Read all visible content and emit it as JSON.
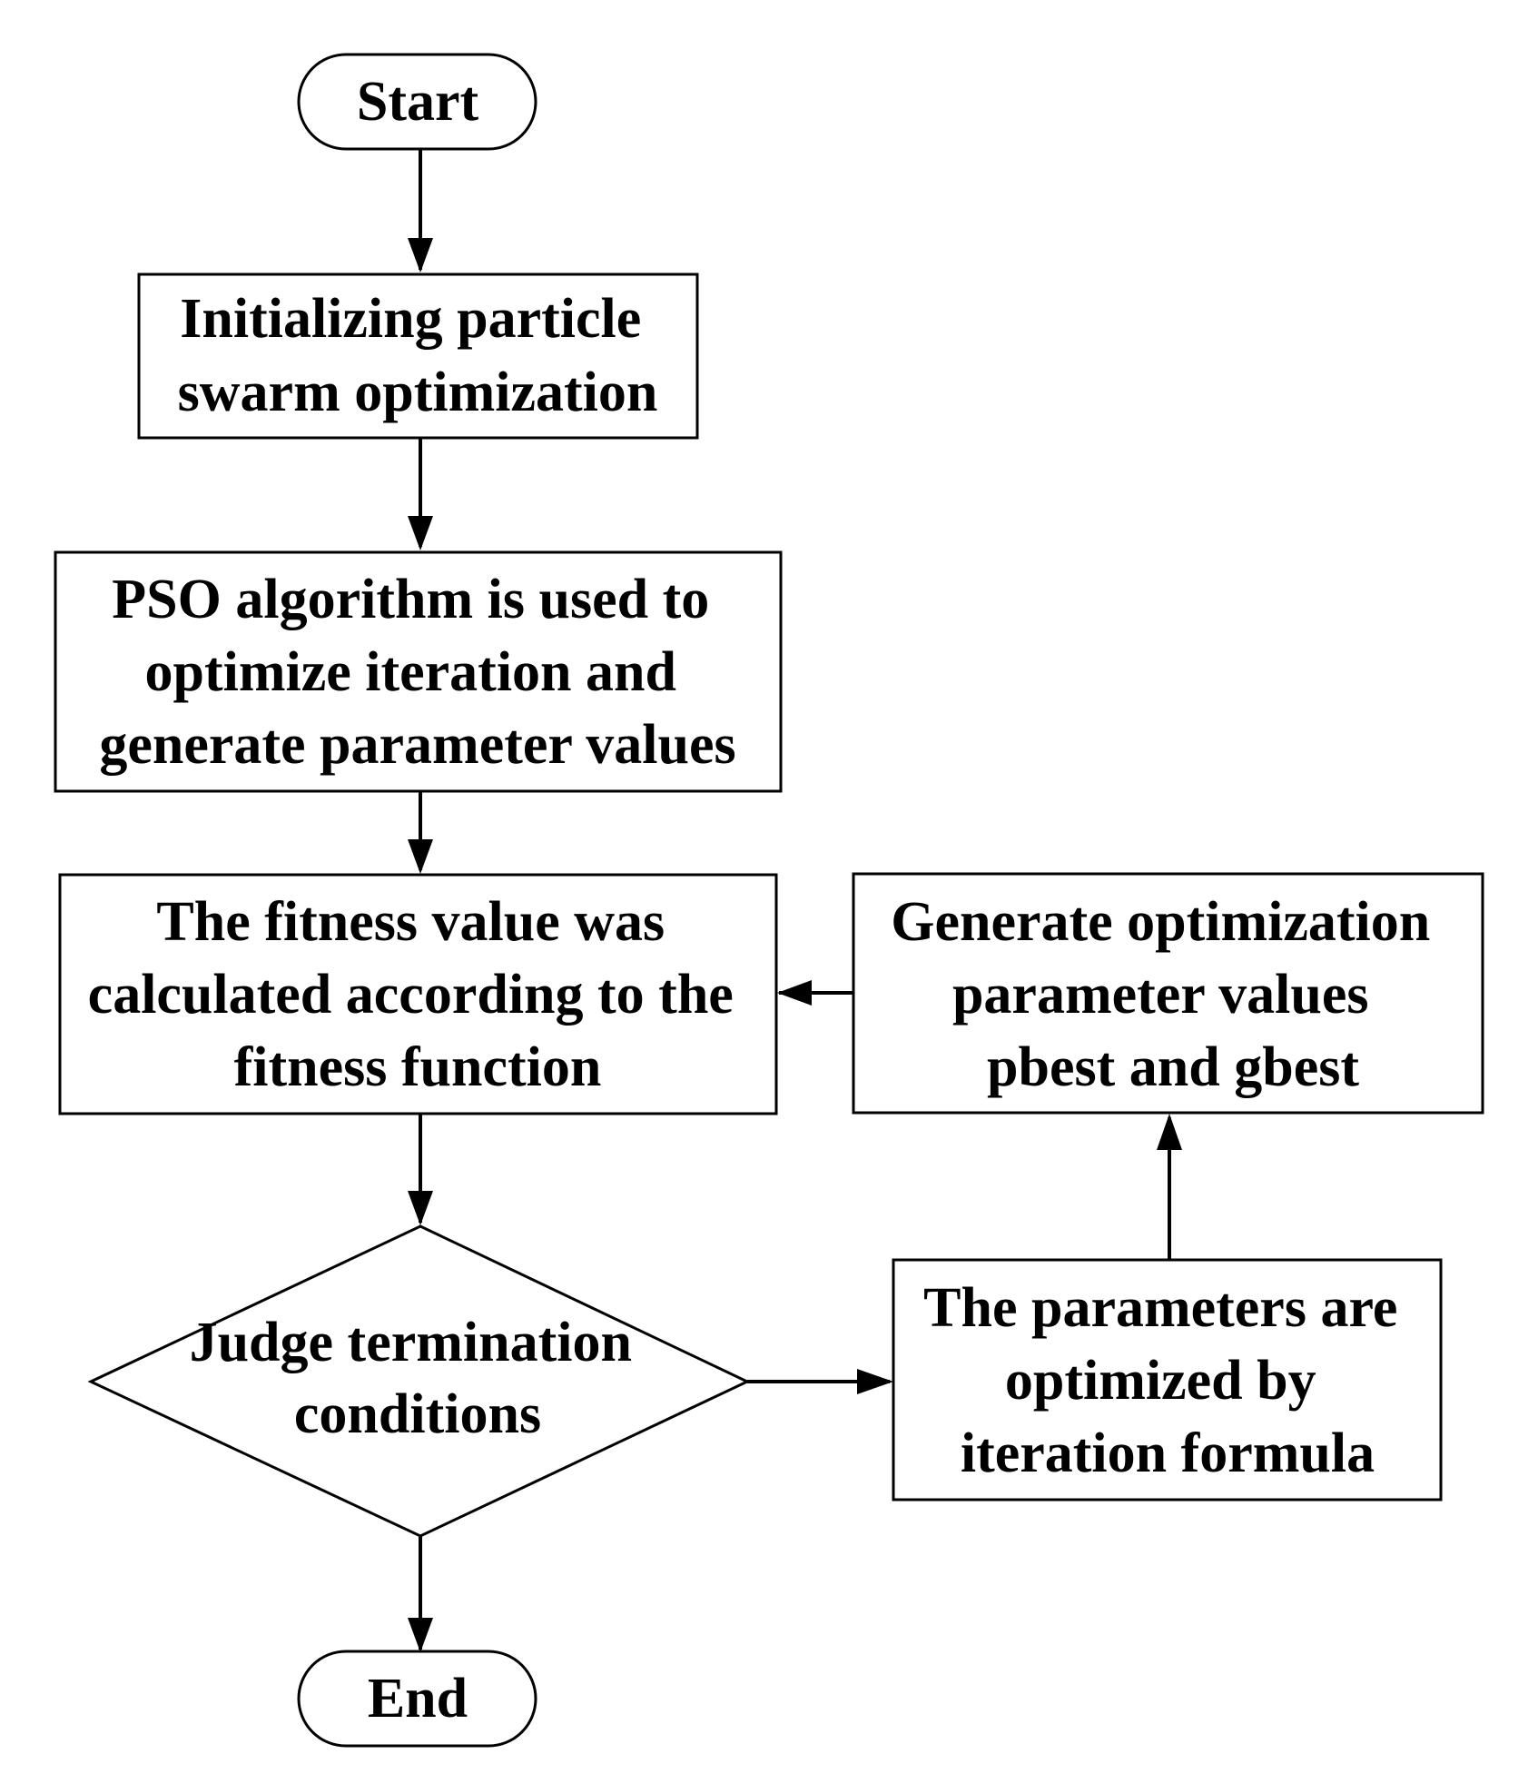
{
  "diagram": {
    "start": {
      "text": "Start"
    },
    "init": {
      "lines": [
        "Initializing particle",
        "swarm optimization"
      ]
    },
    "pso": {
      "lines": [
        "PSO algorithm is used to",
        "optimize iteration and",
        "generate parameter values"
      ]
    },
    "fitness": {
      "lines": [
        "The fitness value was",
        "calculated according to the",
        "fitness function"
      ]
    },
    "judge": {
      "lines": [
        "Judge termination",
        "conditions"
      ]
    },
    "generate": {
      "lines": [
        "Generate optimization",
        "parameter values",
        "pbest and gbest"
      ]
    },
    "params": {
      "lines": [
        "The parameters are",
        "optimized by",
        "iteration formula"
      ]
    },
    "end": {
      "text": "End"
    }
  }
}
